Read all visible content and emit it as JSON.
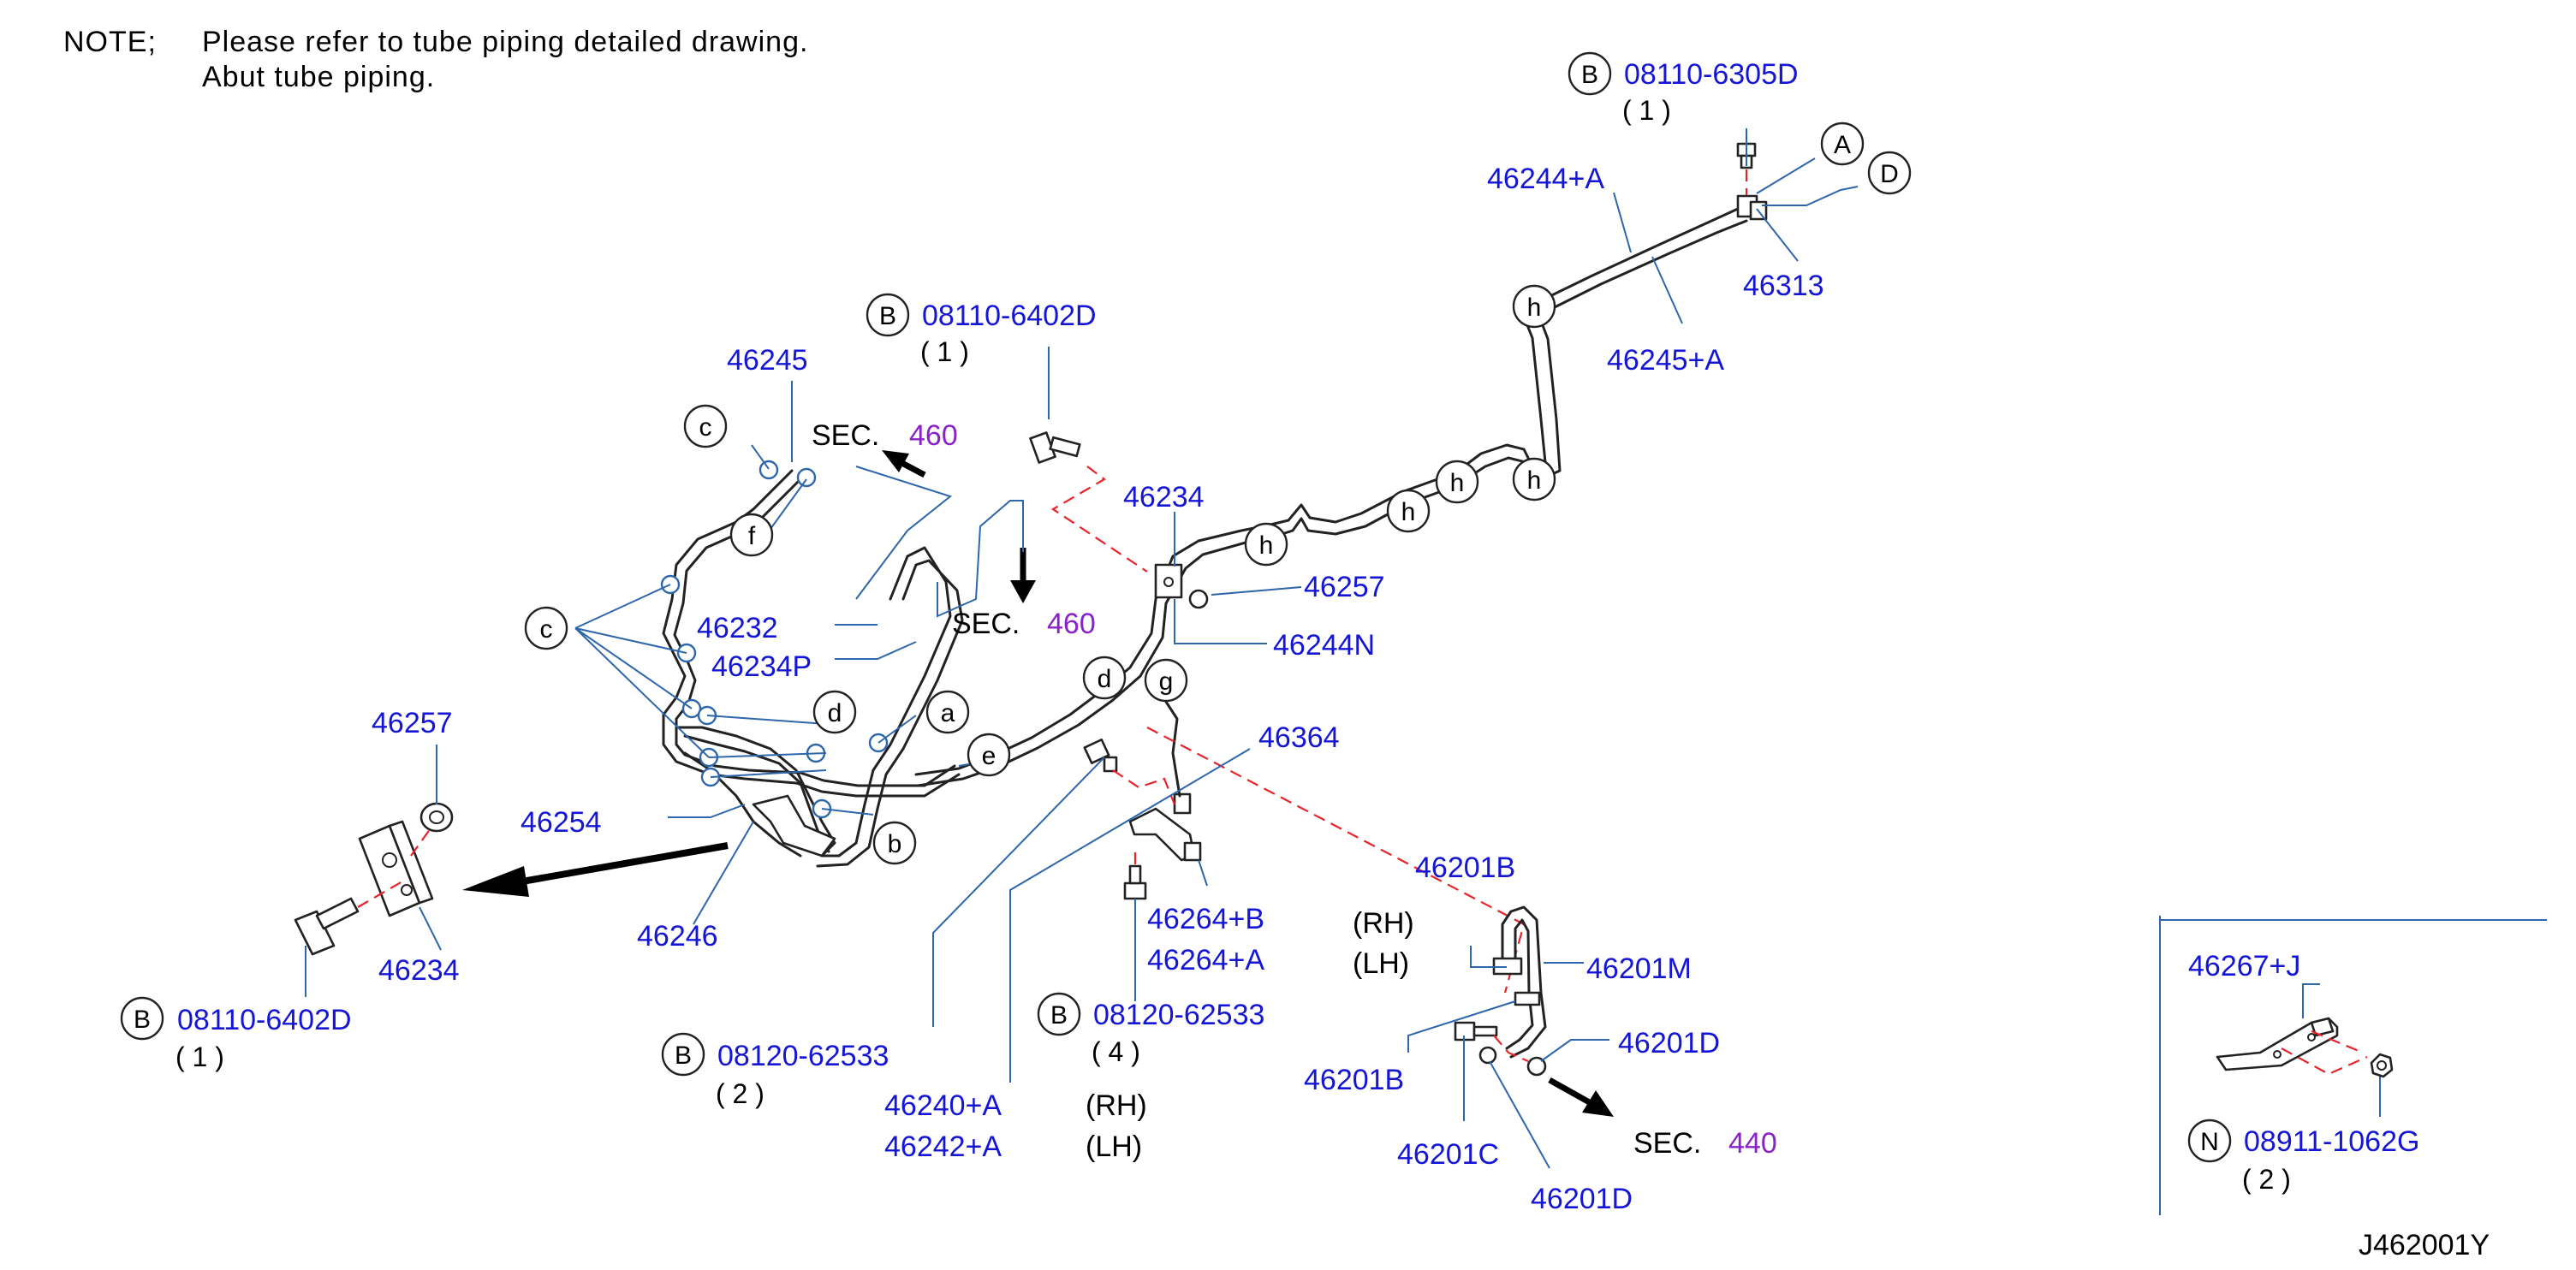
{
  "colors": {
    "part_number": "#1515d6",
    "section_ref": "#8a22c9",
    "leader": "#2e66aa",
    "dashed": "#e8232a",
    "text": "#000000"
  },
  "note": {
    "label": "NOTE;",
    "line1": "Please refer to tube piping detailed drawing.",
    "line2": "Abut tube piping."
  },
  "bolt_top": {
    "mark": "B",
    "part": "08110-6305D",
    "qty": "( 1 )"
  },
  "bolt_center": {
    "mark": "B",
    "part": "08110-6402D",
    "qty": "( 1 )"
  },
  "bolt_left": {
    "mark": "B",
    "part": "08110-6402D",
    "qty": "( 1 )"
  },
  "bolt_bottom_a": {
    "mark": "B",
    "part": "08120-62533",
    "qty": "( 2 )"
  },
  "bolt_bottom_b": {
    "mark": "B",
    "part": "08120-62533",
    "qty": "( 4 )"
  },
  "nut_inset": {
    "mark": "N",
    "part": "08911-1062G",
    "qty": "( 2 )"
  },
  "parts": {
    "p46244A": "46244+A",
    "p46245A": "46245+A",
    "p46313": "46313",
    "p46245": "46245",
    "p46234": "46234",
    "p46257": "46257",
    "p46244N": "46244N",
    "p46232": "46232",
    "p46234P": "46234P",
    "p46364": "46364",
    "p46264B": "46264+B",
    "p46264A": "46264+A",
    "p46257_left": "46257",
    "p46254": "46254",
    "p46246": "46246",
    "p46234_left": "46234",
    "p46240A": "46240+A",
    "p46242A": "46242+A",
    "p46201B_top": "46201B",
    "p46201M": "46201M",
    "p46201D_right": "46201D",
    "p46201B_bottom": "46201B",
    "p46201C": "46201C",
    "p46201D_bottom": "46201D",
    "p46267J": "46267+J"
  },
  "side": {
    "rh_a": "(RH)",
    "lh_a": "(LH)",
    "rh_b": "(RH)",
    "lh_b": "(LH)"
  },
  "sections": {
    "sec_word": "SEC.",
    "s1": "460",
    "s2": "460",
    "s3": "440"
  },
  "letters": {
    "A": "A",
    "D": "D",
    "h": "h",
    "c": "c",
    "f": "f",
    "d": "d",
    "a": "a",
    "e": "e",
    "b": "b",
    "g": "g"
  },
  "diagram_code": "J462001Y"
}
